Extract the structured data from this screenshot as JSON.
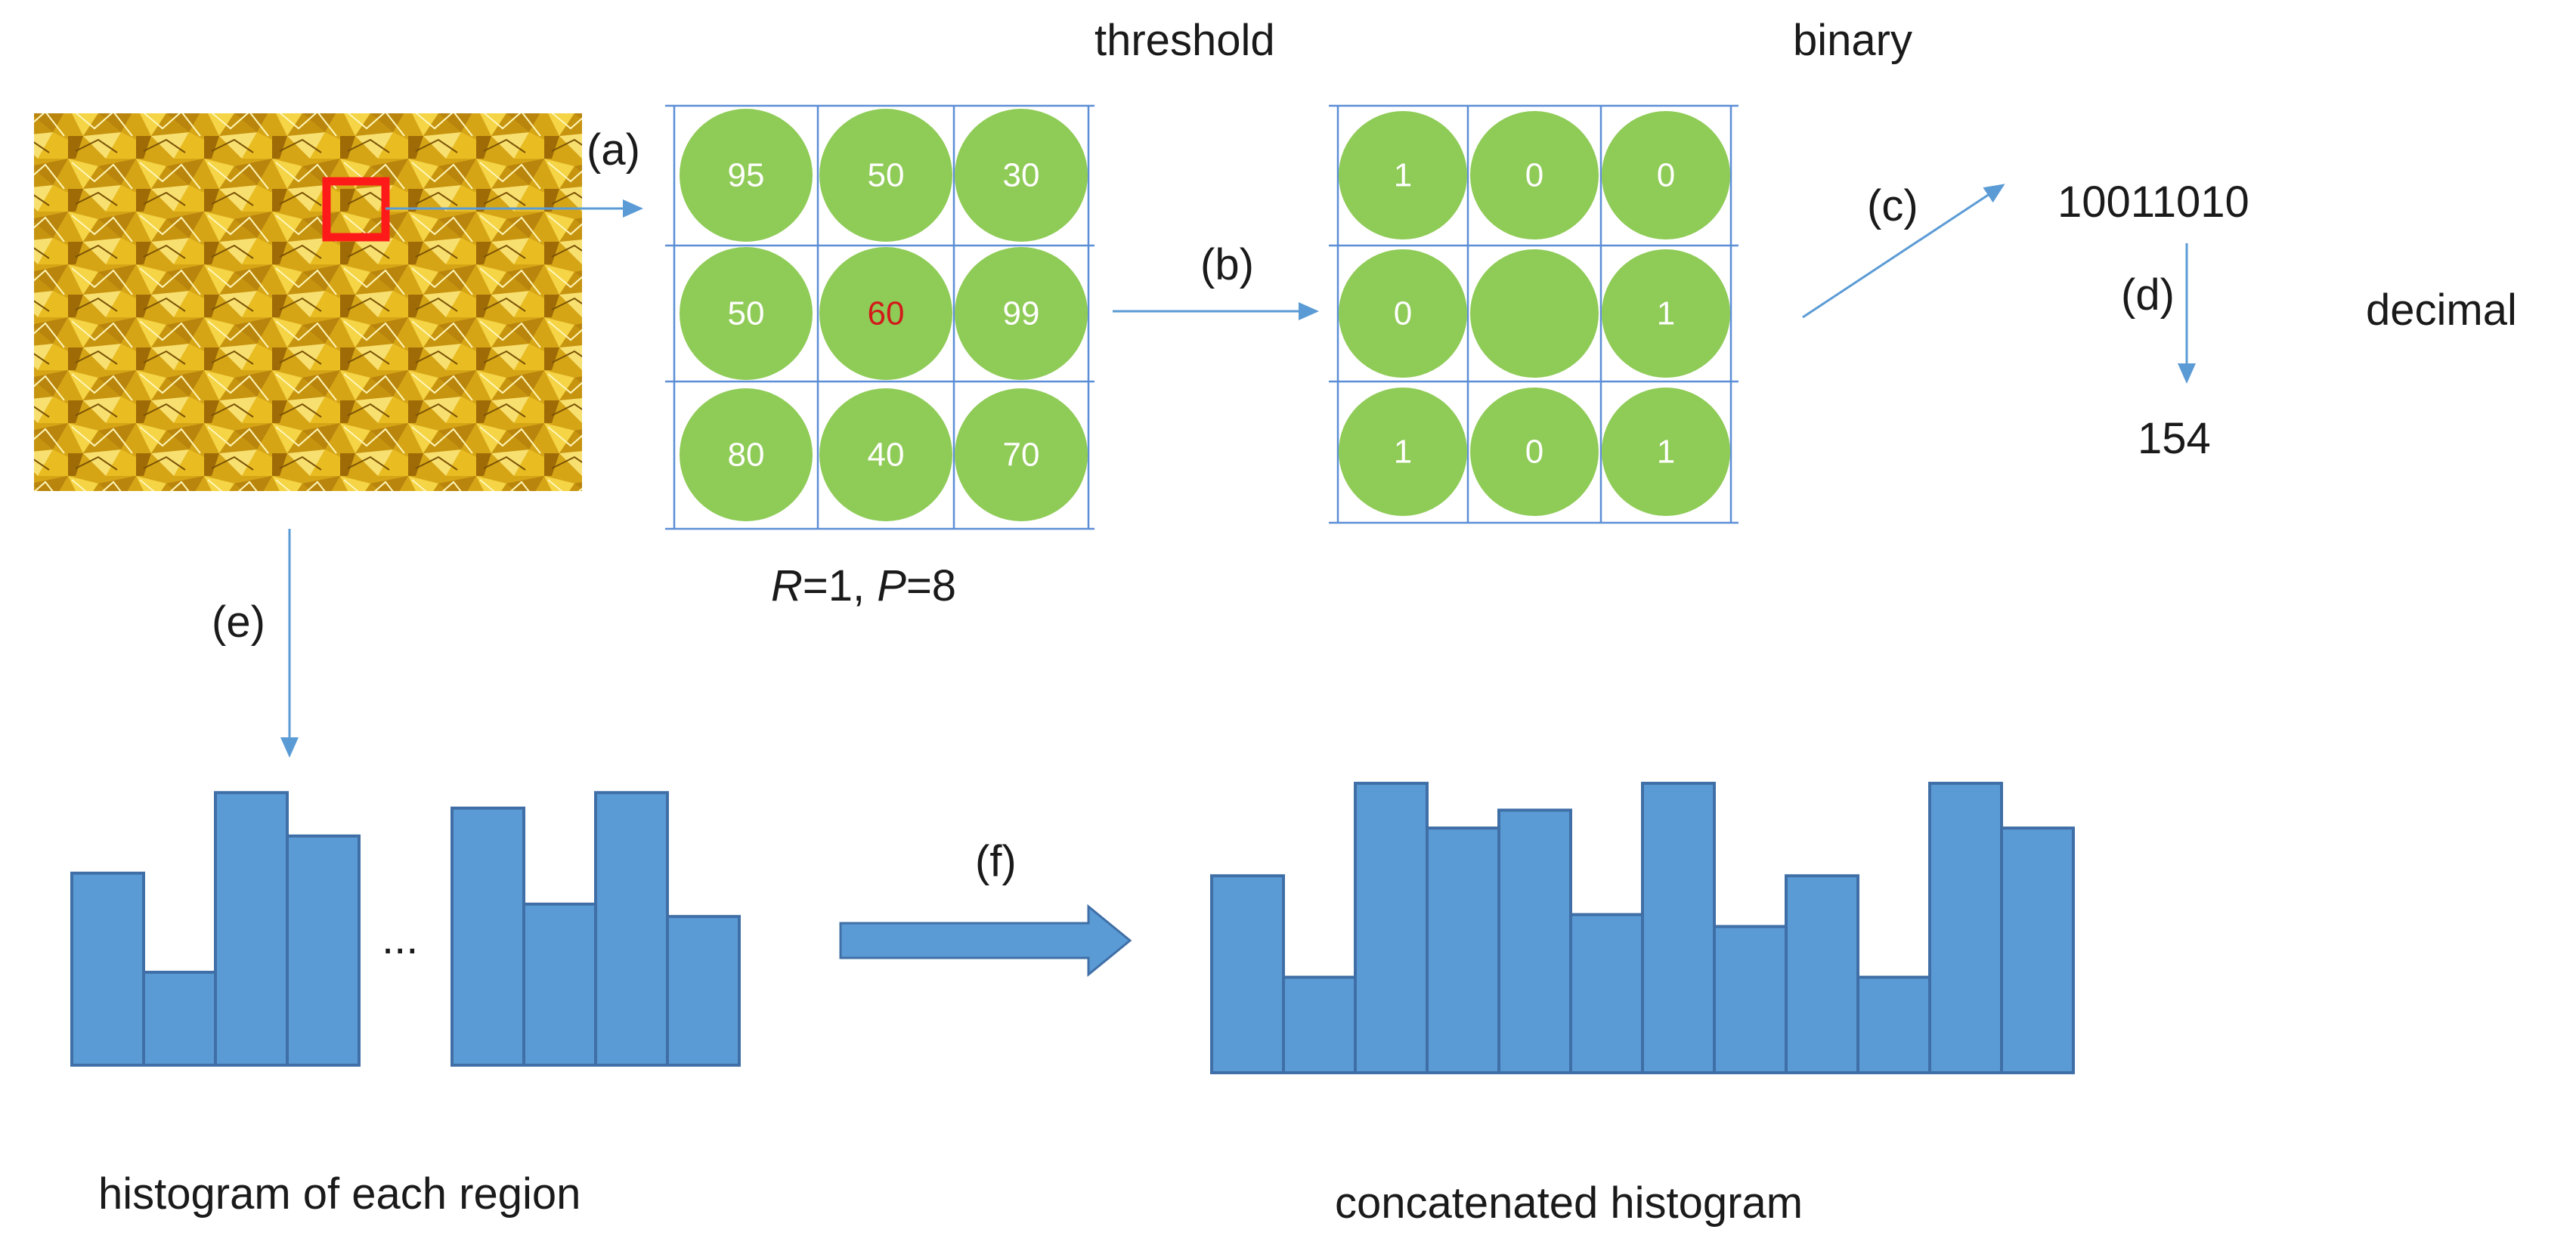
{
  "labels": {
    "threshold": "threshold",
    "binary": "binary",
    "decimal": "decimal",
    "binary_code": "10011010",
    "decimal_value": "154",
    "params_r": "R",
    "params_eq1": "=1, ",
    "params_p": "P",
    "params_eq2": "=8",
    "step_a": "(a)",
    "step_b": "(b)",
    "step_c": "(c)",
    "step_d": "(d)",
    "step_e": "(e)",
    "step_f": "(f)",
    "ellipsis": "...",
    "histogram_each_region": "histogram of each region",
    "concatenated_histogram": "concatenated histogram"
  },
  "colors": {
    "circle_fill": "#8fcb57",
    "bar_fill": "#5b9bd5",
    "center_text": "#d21a1a",
    "marker": "#ff1a1a",
    "arrow": "#5b9bd5"
  },
  "neighborhood_grid": {
    "cells": [
      "95",
      "50",
      "30",
      "50",
      "60",
      "99",
      "80",
      "40",
      "70"
    ],
    "center_index": 4
  },
  "threshold_grid": {
    "cells": [
      "1",
      "0",
      "0",
      "0",
      "",
      "1",
      "1",
      "0",
      "1"
    ]
  },
  "region_histograms": [
    {
      "values": [
        0.62,
        0.3,
        0.88,
        0.74
      ]
    },
    {
      "values": [
        0.83,
        0.52,
        0.88,
        0.48
      ]
    }
  ],
  "concatenated_histogram": {
    "values": [
      0.66,
      0.32,
      0.97,
      0.82,
      0.88,
      0.53,
      0.97,
      0.49,
      0.66,
      0.32,
      0.97,
      0.82
    ]
  }
}
